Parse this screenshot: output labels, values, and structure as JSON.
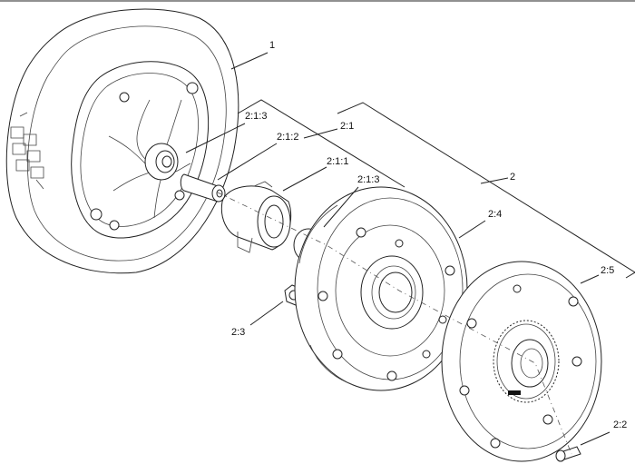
{
  "callouts": {
    "c1": "1",
    "c213a": "2:1:3",
    "c21": "2:1",
    "c212": "2:1:2",
    "c211": "2:1:1",
    "c213b": "2:1:3",
    "c2": "2",
    "c24": "2:4",
    "c25": "2:5",
    "c23": "2:3",
    "c22": "2:2"
  }
}
